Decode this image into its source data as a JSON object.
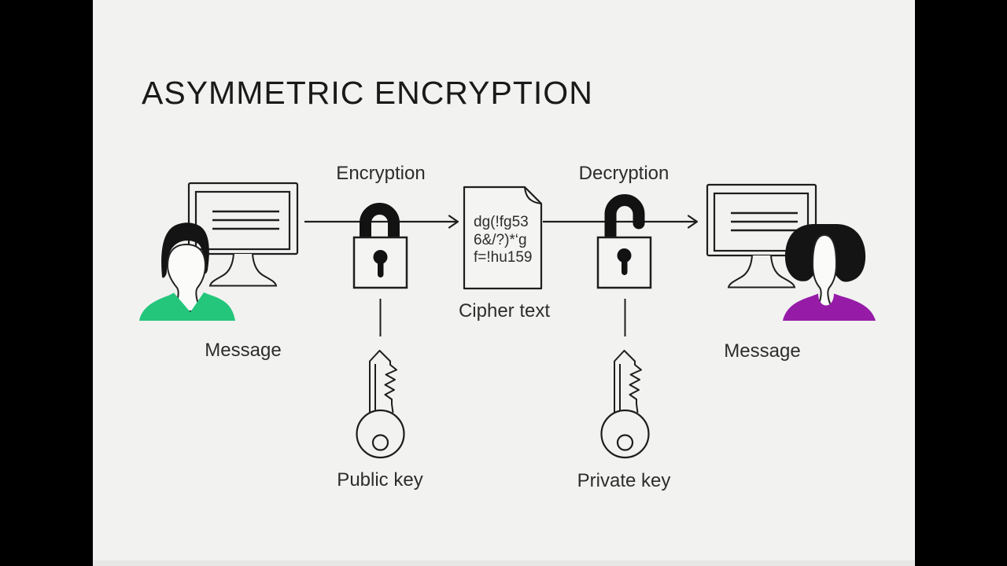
{
  "title": "ASYMMETRIC ENCRYPTION",
  "labels": {
    "encryption": "Encryption",
    "decryption": "Decryption",
    "sender_message": "Message",
    "receiver_message": "Message",
    "cipher_text": "Cipher text",
    "public_key": "Public key",
    "private_key": "Private key"
  },
  "cipher_document": {
    "lines": [
      "dg(!fg53",
      "6&/?)*‘g",
      "f=!hu159"
    ]
  },
  "colors": {
    "letterbox": "#000000",
    "background": "#f2f2f1",
    "ink": "#1e1e1e",
    "sender_shirt": "#24c67c",
    "receiver_shirt": "#961ca8"
  },
  "flow": {
    "nodes": [
      "Message",
      "Encryption",
      "Cipher text",
      "Decryption",
      "Message"
    ],
    "keys": {
      "encryption": "Public key",
      "decryption": "Private key"
    },
    "lock_states": {
      "encryption": "locked",
      "decryption": "unlocked"
    }
  }
}
